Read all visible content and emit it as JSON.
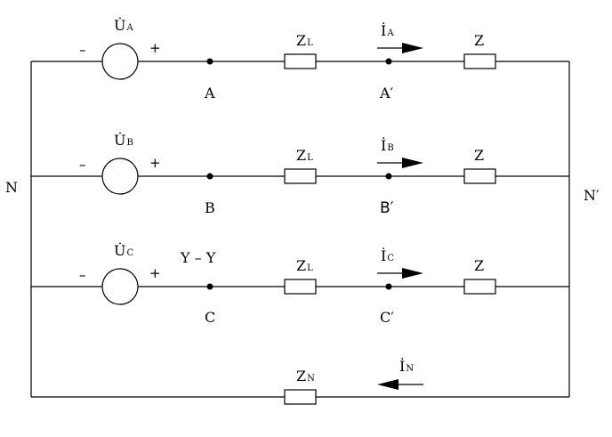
{
  "nodes": {
    "N": "N",
    "N_prime": "N′",
    "A": "A",
    "B": "B",
    "C": "C",
    "A_prime": "A′",
    "B_prime": "B′",
    "C_prime": "C′"
  },
  "connection": "Y – Y",
  "sources": {
    "A": {
      "main": "U̇",
      "sub": "A"
    },
    "B": {
      "main": "U̇",
      "sub": "B"
    },
    "C": {
      "main": "U̇",
      "sub": "C"
    }
  },
  "currents": {
    "A": {
      "main": "İ",
      "sub": "A"
    },
    "B": {
      "main": "İ",
      "sub": "B"
    },
    "C": {
      "main": "İ",
      "sub": "C"
    },
    "N": {
      "main": "İ",
      "sub": "N"
    }
  },
  "impedances": {
    "line": {
      "main": "Z",
      "sub": "L"
    },
    "neutral": {
      "main": "Z",
      "sub": "N"
    },
    "load": "Z"
  },
  "polarity": {
    "minus": "–",
    "plus": "+"
  }
}
